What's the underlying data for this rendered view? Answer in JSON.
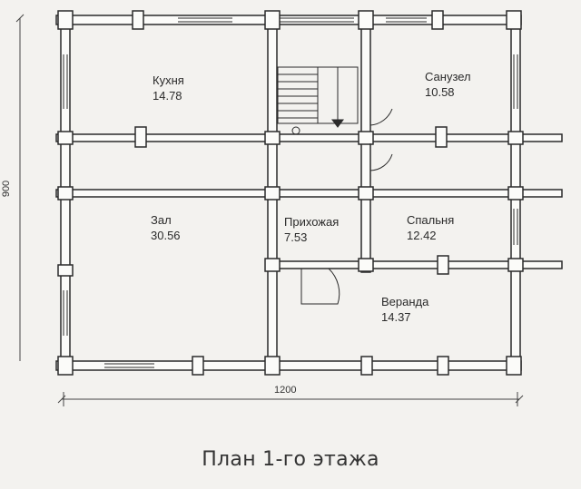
{
  "plan": {
    "title": "План 1-го этажа",
    "dimensions": {
      "width": "1200",
      "height": "900"
    },
    "rooms": [
      {
        "id": "kitchen",
        "name": "Кухня",
        "area": "14.78"
      },
      {
        "id": "bathroom",
        "name": "Санузел",
        "area": "10.58"
      },
      {
        "id": "hall",
        "name": "Зал",
        "area": "30.56"
      },
      {
        "id": "entry",
        "name": "Прихожая",
        "area": "7.53"
      },
      {
        "id": "bedroom",
        "name": "Спальня",
        "area": "12.42"
      },
      {
        "id": "veranda",
        "name": "Веранда",
        "area": "14.37"
      }
    ]
  }
}
